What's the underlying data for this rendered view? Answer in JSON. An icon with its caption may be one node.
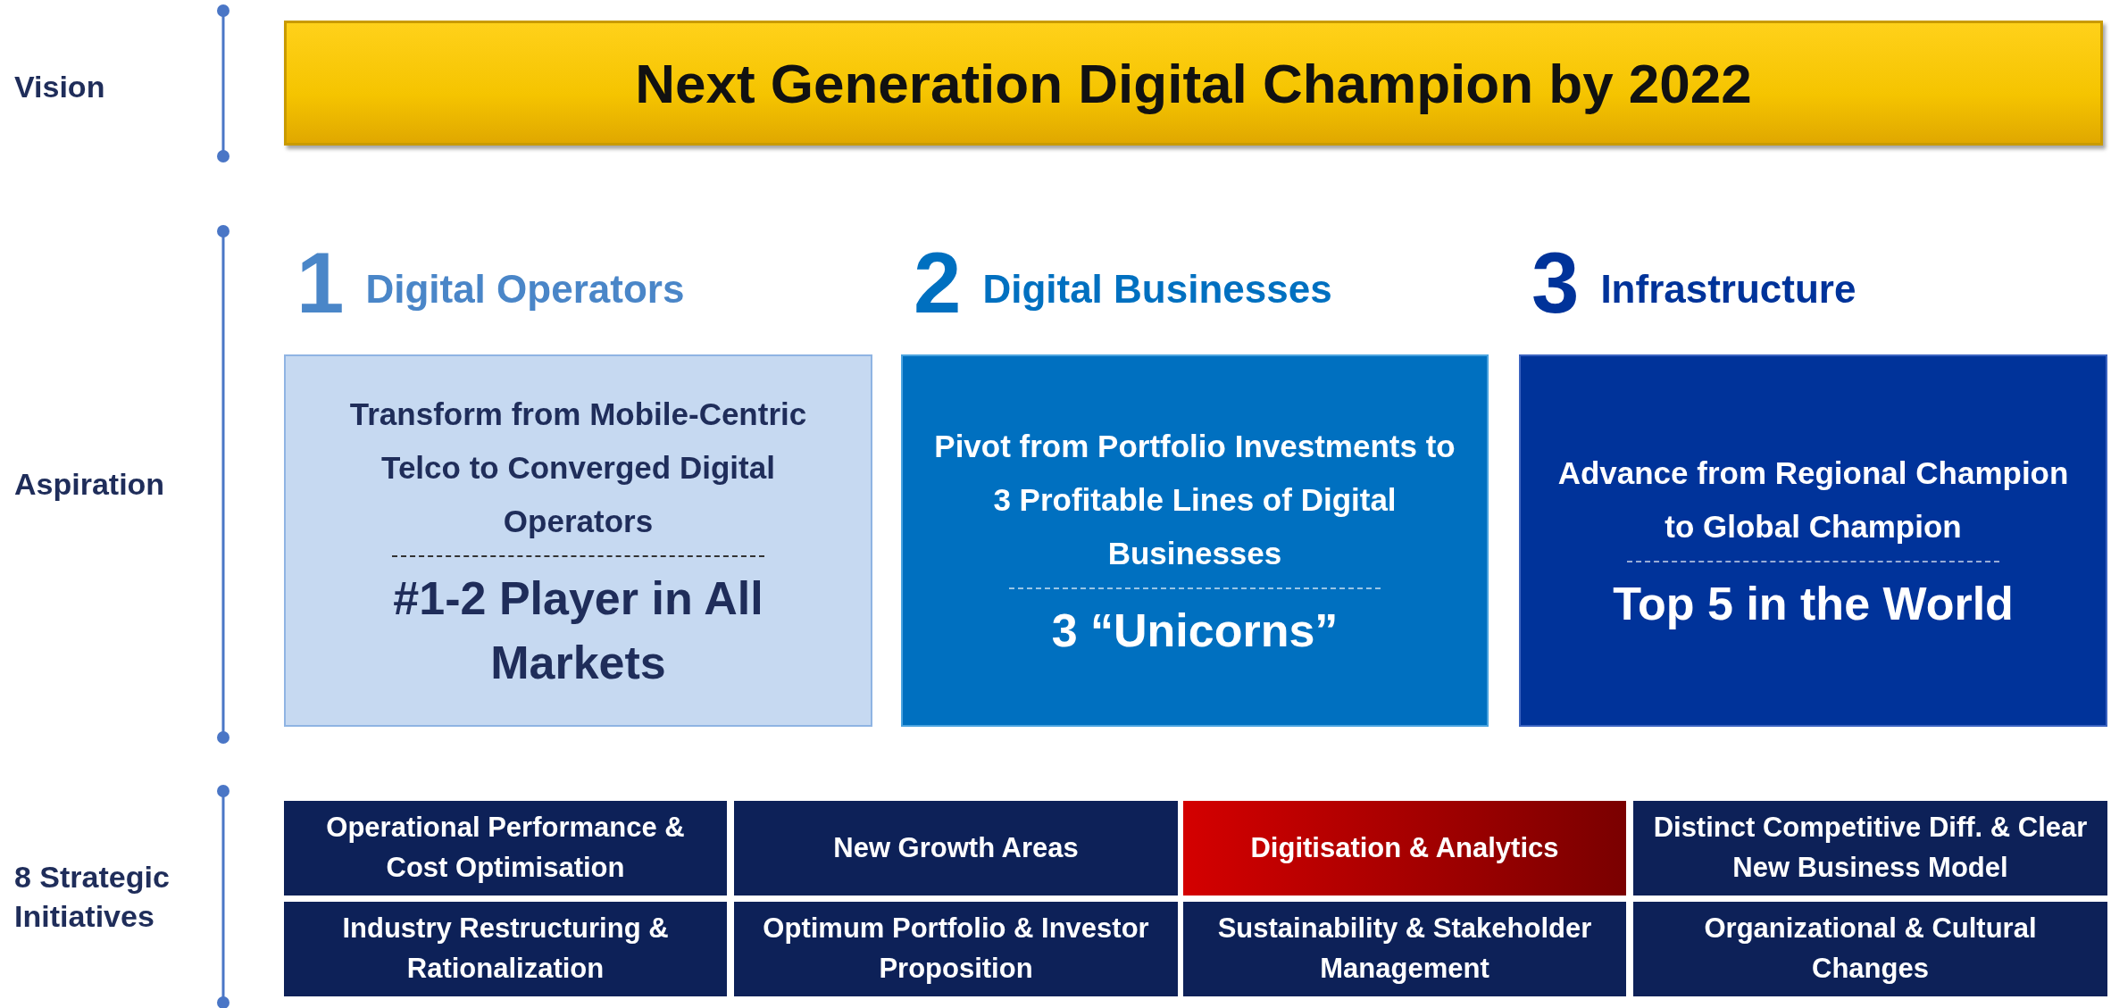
{
  "diagram": {
    "nodes": [
      {
        "text": [
          "Next Generation Digital Champion by 2022"
        ]
      },
      {
        "text": [
          "1",
          "Digital Operators",
          "Transform from Mobile-Centric Telco to Converged Digital Operators",
          "#1-2 Player in All Markets"
        ]
      },
      {
        "text": [
          "2",
          "Digital Businesses",
          "Pivot from Portfolio Investments to 3 Profitable Lines of Digital Businesses",
          "3 “Unicorns”"
        ]
      },
      {
        "text": [
          "3",
          "Infrastructure",
          "Advance from Regional Champion to Global Champion",
          "Top 5 in the World"
        ]
      },
      {
        "text": [
          "Operational Performance & Cost Optimisation"
        ]
      },
      {
        "text": [
          "New Growth Areas"
        ]
      },
      {
        "text": [
          "Digitisation & Analytics"
        ]
      },
      {
        "text": [
          "Distinct Competitive Diff. & Clear New Business Model"
        ]
      },
      {
        "text": [
          "Industry Restructuring & Rationalization"
        ]
      },
      {
        "text": [
          "Optimum Portfolio & Investor Proposition"
        ]
      },
      {
        "text": [
          "Sustainability & Stakeholder Management"
        ]
      },
      {
        "text": [
          "Organizational & Cultural Changes"
        ]
      }
    ],
    "labels": [
      "Vision",
      "Aspiration",
      "8 Strategic Initiatives"
    ]
  }
}
